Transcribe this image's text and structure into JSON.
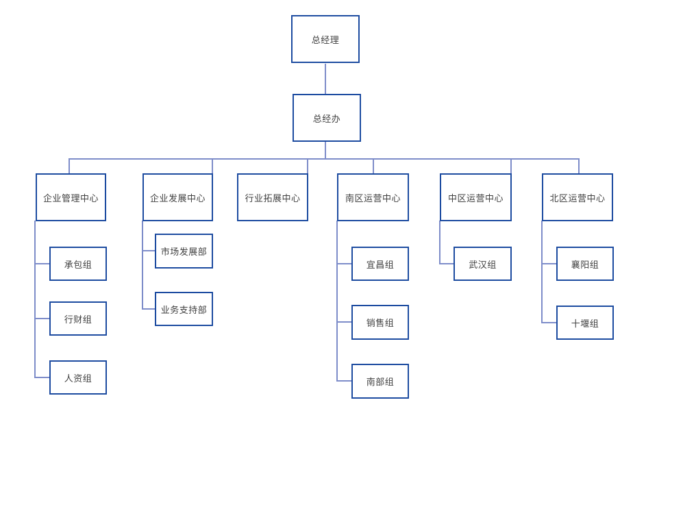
{
  "diagram": {
    "type": "org-chart",
    "nodes": {
      "gm": {
        "label": "总经理"
      },
      "gmo": {
        "label": "总经办"
      },
      "c1": {
        "label": "企业管理中心"
      },
      "c2": {
        "label": "企业发展中心"
      },
      "c3": {
        "label": "行业拓展中心"
      },
      "c4": {
        "label": "南区运营中心"
      },
      "c5": {
        "label": "中区运营中心"
      },
      "c6": {
        "label": "北区运营中心"
      },
      "c1a": {
        "label": "承包组"
      },
      "c1b": {
        "label": "行财组"
      },
      "c1c": {
        "label": "人资组"
      },
      "c2a": {
        "label": "市场发展部"
      },
      "c2b": {
        "label": "业务支持部"
      },
      "c4a": {
        "label": "宜昌组"
      },
      "c4b": {
        "label": "销售组"
      },
      "c4c": {
        "label": "南部组"
      },
      "c5a": {
        "label": "武汉组"
      },
      "c6a": {
        "label": "襄阳组"
      },
      "c6b": {
        "label": "十堰组"
      }
    },
    "hierarchy": {
      "总经理": [
        "总经办"
      ],
      "总经办": [
        "企业管理中心",
        "企业发展中心",
        "行业拓展中心",
        "南区运营中心",
        "中区运营中心",
        "北区运营中心"
      ],
      "企业管理中心": [
        "承包组",
        "行财组",
        "人资组"
      ],
      "企业发展中心": [
        "市场发展部",
        "业务支持部"
      ],
      "行业拓展中心": [],
      "南区运营中心": [
        "宜昌组",
        "销售组",
        "南部组"
      ],
      "中区运营中心": [
        "武汉组"
      ],
      "北区运营中心": [
        "襄阳组",
        "十堰组"
      ]
    }
  },
  "colors": {
    "box_border": "#1c4ba0",
    "connector": "#7d8cc9",
    "text": "#404040",
    "background": "#ffffff"
  }
}
